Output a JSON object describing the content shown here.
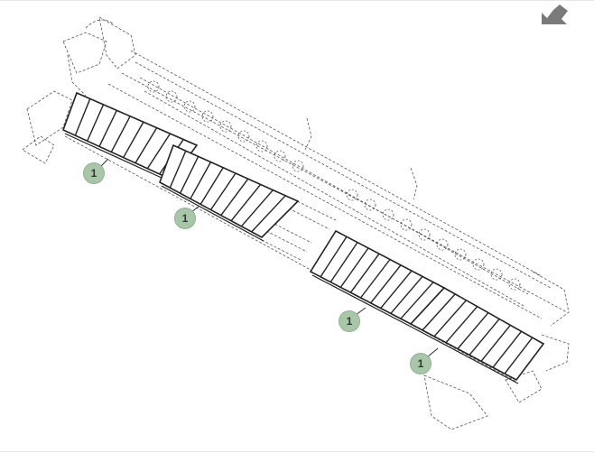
{
  "colors": {
    "line": "#222222",
    "sketch": "#555555",
    "callout_fill": "#a8c7a8",
    "callout_stroke": "#8fb08f",
    "nav_arrow": "#7a7a7a"
  },
  "nav": {
    "back_icon": "arrow-down-left-icon"
  },
  "callouts": [
    {
      "label": "1",
      "target": "panel-1"
    },
    {
      "label": "1",
      "target": "panel-2"
    },
    {
      "label": "1",
      "target": "panel-3"
    },
    {
      "label": "1",
      "target": "panel-4"
    }
  ]
}
